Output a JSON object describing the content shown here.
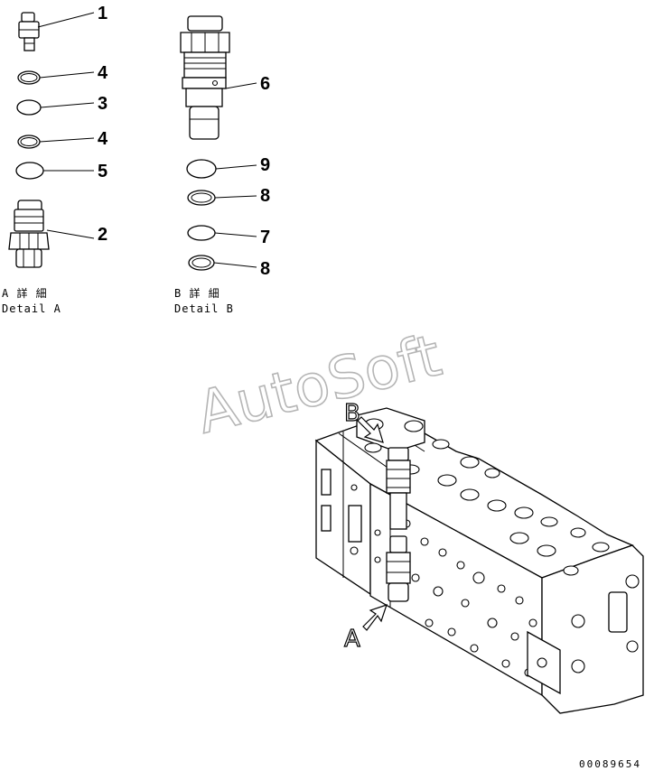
{
  "callouts": {
    "p1": "1",
    "p4a": "4",
    "p3": "3",
    "p4b": "4",
    "p5": "5",
    "p2": "2",
    "p6": "6",
    "p9": "9",
    "p8a": "8",
    "p7": "7",
    "p8b": "8"
  },
  "detail_a": {
    "jp": "A 詳 細",
    "en": "Detail A"
  },
  "detail_b": {
    "jp": "B 詳 細",
    "en": "Detail B"
  },
  "view_labels": {
    "a": "A",
    "b": "B"
  },
  "watermark": "AutoSoft",
  "drawing_number": "00089654"
}
